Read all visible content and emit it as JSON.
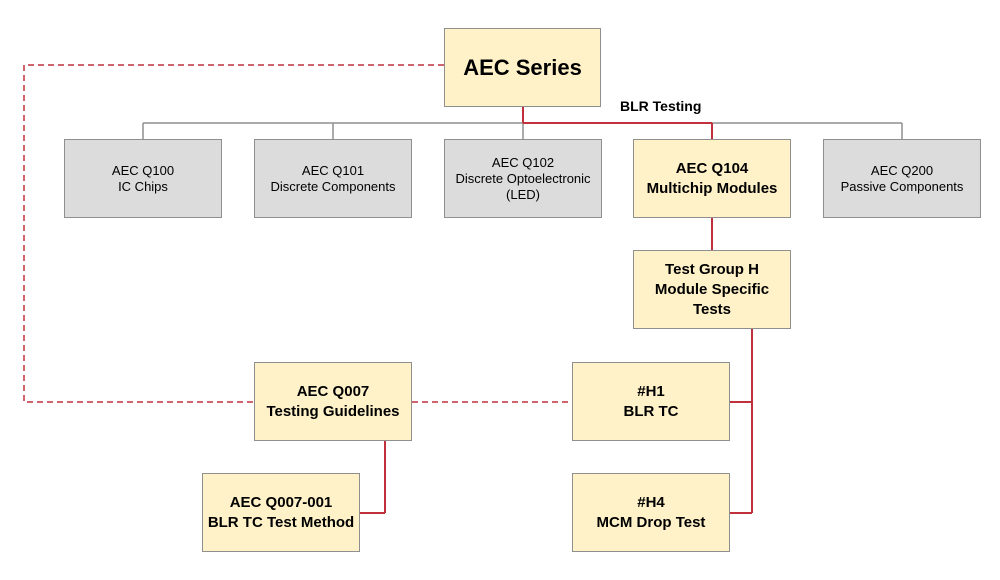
{
  "nodes": {
    "aec_series": "AEC Series",
    "q100": {
      "code": "AEC Q100",
      "desc": "IC Chips"
    },
    "q101": {
      "code": "AEC Q101",
      "desc": "Discrete Components"
    },
    "q102": {
      "code": "AEC Q102",
      "desc1": "Discrete Optoelectronic",
      "desc2": "(LED)"
    },
    "q104": {
      "code": "AEC Q104",
      "desc": "Multichip Modules"
    },
    "q200": {
      "code": "AEC Q200",
      "desc": "Passive Components"
    },
    "group_h": {
      "line1": "Test Group H",
      "line2": "Module Specific",
      "line3": "Tests"
    },
    "q007": {
      "code": "AEC Q007",
      "desc": "Testing Guidelines"
    },
    "h1": {
      "code": "#H1",
      "desc": "BLR TC"
    },
    "q007_001": {
      "code": "AEC Q007-001",
      "desc": "BLR TC Test Method"
    },
    "h4": {
      "code": "#H4",
      "desc": "MCM Drop Test"
    }
  },
  "labels": {
    "blr_testing": "BLR Testing"
  },
  "colors": {
    "highlight_fill": "#fff2c8",
    "standard_fill": "#dcdcdc",
    "highlight_connector": "#c0313b",
    "standard_connector": "#8f8f8f"
  }
}
